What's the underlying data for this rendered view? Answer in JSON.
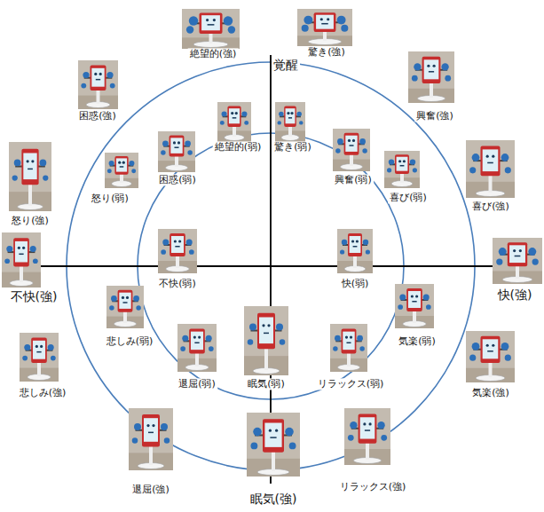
{
  "diagram": {
    "labels": [
      "覚醒",
      "絶望的(強)",
      "驚き(強)",
      "困惑(強)",
      "興奮(強)",
      "怒り(強)",
      "喜び(強)",
      "不快(強)",
      "快(強)",
      "悲しみ(強)",
      "気楽(強)",
      "退屈(強)",
      "リラックス(強)",
      "眠気(強)",
      "絶望的(弱)",
      "驚き(弱)",
      "困惑(弱)",
      "興奮(弱)",
      "怒り(弱)",
      "喜び(弱)",
      "不快(弱)",
      "快(弱)",
      "悲しみ(弱)",
      "気楽(弱)",
      "退屈(弱)",
      "眠気(弱)",
      "リラックス(弱)"
    ]
  }
}
